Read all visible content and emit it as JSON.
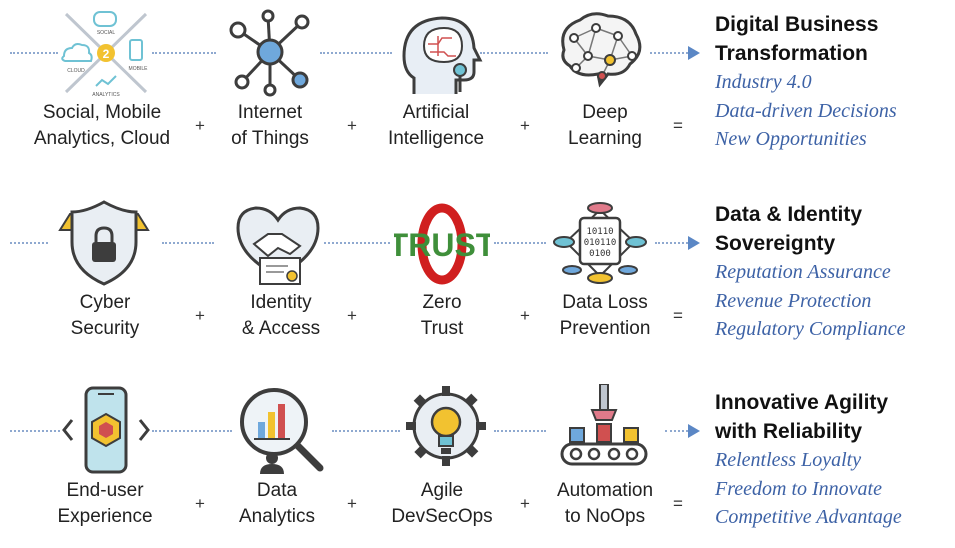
{
  "colors": {
    "accent_blue": "#3d62a6",
    "dot_line": "#8fa9d0",
    "icon_gold": "#f2c230",
    "icon_stroke": "#3d3d3d",
    "icon_teal": "#6fc2d4",
    "trust_red": "#d01f1f",
    "trust_green": "#3f8f3a"
  },
  "rows": [
    {
      "items": [
        {
          "label": "Social, Mobile\nAnalytics, Cloud",
          "icon": "smac-icon",
          "icon_text": {
            "social": "SOCIAL",
            "cloud": "CLOUD",
            "mobile": "MOBILE",
            "analytics": "ANALYTICS",
            "center": "2"
          }
        },
        {
          "label": "Internet\nof Things",
          "icon": "iot-network-icon"
        },
        {
          "label": "Artificial\nIntelligence",
          "icon": "ai-head-icon"
        },
        {
          "label": "Deep\nLearning",
          "icon": "neural-brain-icon"
        }
      ],
      "operators": [
        "+",
        "+",
        "+",
        "="
      ],
      "result": {
        "title": "Digital Business\nTransformation",
        "items": [
          "Industry 4.0",
          "Data-driven Decisions",
          "New Opportunities"
        ]
      }
    },
    {
      "items": [
        {
          "label": "Cyber\nSecurity",
          "icon": "shield-lock-icon"
        },
        {
          "label": "Identity\n& Access",
          "icon": "handshake-certificate-icon"
        },
        {
          "label": "Zero\nTrust",
          "icon": "zero-trust-icon",
          "icon_text": {
            "word": "TRUST"
          }
        },
        {
          "label": "Data Loss\nPrevention",
          "icon": "database-network-icon",
          "icon_text": {
            "l1": "10110",
            "l2": "010110",
            "l3": "0100"
          }
        }
      ],
      "operators": [
        "+",
        "+",
        "+",
        "="
      ],
      "result": {
        "title": "Data & Identity\nSovereignty",
        "items": [
          "Reputation Assurance",
          "Revenue Protection",
          "Regulatory Compliance"
        ]
      }
    },
    {
      "items": [
        {
          "label": "End-user\nExperience",
          "icon": "smartphone-cube-icon"
        },
        {
          "label": "Data\nAnalytics",
          "icon": "magnifier-chart-icon"
        },
        {
          "label": "Agile\nDevSecOps",
          "icon": "lightbulb-gear-icon"
        },
        {
          "label": "Automation\nto NoOps",
          "icon": "robot-arm-conveyor-icon"
        }
      ],
      "operators": [
        "+",
        "+",
        "+",
        "="
      ],
      "result": {
        "title": "Innovative Agility\nwith Reliability",
        "items": [
          "Relentless Loyalty",
          "Freedom to Innovate",
          "Competitive Advantage"
        ]
      }
    }
  ]
}
